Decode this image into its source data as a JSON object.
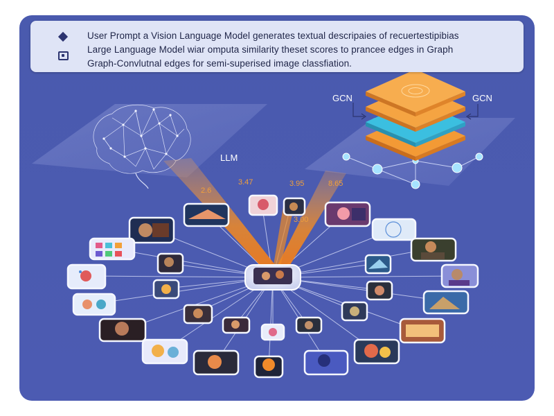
{
  "prompt": {
    "line1": "User Prompt a Vision Language Model generates textual descripaies of recuertestipibias",
    "line2": "Large Language Model wiar omputa similarity theset scores to prancee edges in Graph",
    "line3": "Graph-Convlutnal edges for semi-superised image classfiation."
  },
  "labels": {
    "llm": "LLM",
    "gcn_left": "GCN",
    "gcn_right": "GCN"
  },
  "scores": [
    "2.6",
    "3.47",
    "3.95",
    "8.65",
    "3.00"
  ],
  "icons": {
    "prompt_icon": "diamond-icon",
    "image_icon": "image-icon",
    "brain": "brain-network-icon"
  },
  "colors": {
    "background": "#4b5bb0",
    "prompt_box": "#dfe4f6",
    "beam": "#f08a24",
    "score_text": "#f2a03a",
    "gcn_layer_orange": "#f39a35",
    "gcn_layer_blue": "#3bbfe0"
  }
}
